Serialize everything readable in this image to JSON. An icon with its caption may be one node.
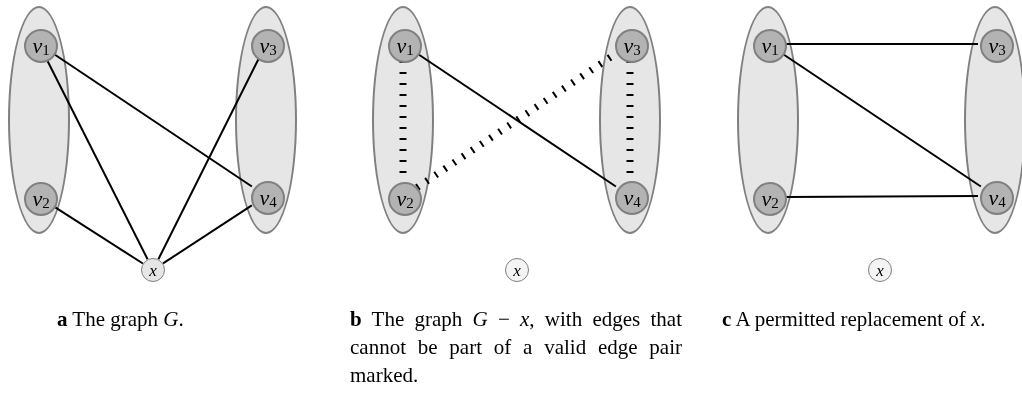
{
  "diagram": {
    "nodes": [
      {
        "text": [],
        "shape": "ellipse"
      },
      {
        "text": [
          "v$_{1}$"
        ],
        "in": 0
      },
      {
        "text": [
          "v$_{2}$"
        ],
        "in": 0
      },
      {
        "text": [],
        "shape": "ellipse"
      },
      {
        "text": [
          "v$_{3}$"
        ],
        "in": 3
      },
      {
        "text": [
          "v$_{4}$"
        ],
        "in": 3
      },
      {
        "text": [
          "x"
        ]
      },
      {
        "text": [],
        "shape": "ellipse"
      },
      {
        "text": [
          "v$_{1}$"
        ],
        "in": 7
      },
      {
        "text": [
          "v$_{2}$"
        ],
        "in": 7
      },
      {
        "text": [],
        "shape": "ellipse"
      },
      {
        "text": [
          "v$_{3}$"
        ],
        "in": 10
      },
      {
        "text": [
          "v$_{4}$"
        ],
        "in": 10
      },
      {
        "text": [
          "x"
        ]
      },
      {
        "text": [],
        "shape": "ellipse"
      },
      {
        "text": [
          "v$_{1}$"
        ],
        "in": 14
      },
      {
        "text": [
          "v$_{2}$"
        ],
        "in": 14
      },
      {
        "text": [],
        "shape": "ellipse"
      },
      {
        "text": [
          "v$_{3}$"
        ],
        "in": 17
      },
      {
        "text": [
          "v$_{4}$"
        ],
        "in": 17
      },
      {
        "text": [
          "x"
        ]
      }
    ],
    "edges": [
      {
        "from": 1,
        "to": 5,
        "arrow": "none"
      },
      {
        "from": 1,
        "to": 6,
        "arrow": "none"
      },
      {
        "from": 2,
        "to": 6,
        "arrow": "none"
      },
      {
        "from": 4,
        "to": 6,
        "arrow": "none"
      },
      {
        "from": 5,
        "to": 6,
        "arrow": "none"
      },
      {
        "from": 8,
        "to": 9,
        "arrow": "none",
        "style": "dashed"
      },
      {
        "from": 8,
        "to": 12,
        "arrow": "none"
      },
      {
        "from": 9,
        "to": 11,
        "arrow": "none",
        "style": "dashed"
      },
      {
        "from": 11,
        "to": 12,
        "arrow": "none",
        "style": "dashed"
      },
      {
        "from": 15,
        "to": 18,
        "arrow": "none"
      },
      {
        "from": 15,
        "to": 19,
        "arrow": "none"
      },
      {
        "from": 16,
        "to": 19,
        "arrow": "none"
      }
    ],
    "labels": [
      "**a** The graph *G*.",
      "**b** The graph *G* − *x*, with edges that cannot be part of a valid edge pair marked.",
      "**c** A permitted replacement of *x*."
    ]
  }
}
